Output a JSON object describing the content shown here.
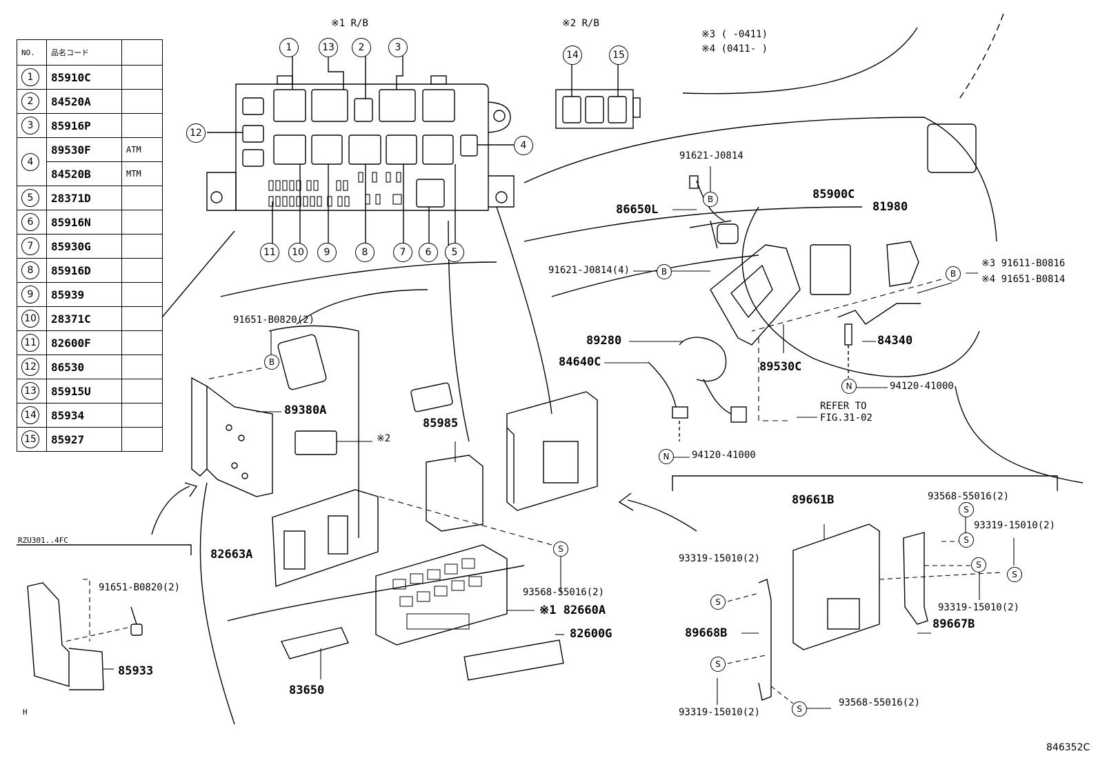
{
  "table": {
    "header": {
      "no": "NO.",
      "code": "品名コード",
      "note": ""
    },
    "rows": [
      {
        "no": "1",
        "code": "85910C",
        "note": ""
      },
      {
        "no": "2",
        "code": "84520A",
        "note": ""
      },
      {
        "no": "3",
        "code": "85916P",
        "note": ""
      },
      {
        "no": "4",
        "code": "89530F",
        "note": "ATM"
      },
      {
        "no": "",
        "code": "84520B",
        "note": "MTM"
      },
      {
        "no": "5",
        "code": "28371D",
        "note": ""
      },
      {
        "no": "6",
        "code": "85916N",
        "note": ""
      },
      {
        "no": "7",
        "code": "85930G",
        "note": ""
      },
      {
        "no": "8",
        "code": "85916D",
        "note": ""
      },
      {
        "no": "9",
        "code": "85939",
        "note": ""
      },
      {
        "no": "10",
        "code": "28371C",
        "note": ""
      },
      {
        "no": "11",
        "code": "82600F",
        "note": ""
      },
      {
        "no": "12",
        "code": "86530",
        "note": ""
      },
      {
        "no": "13",
        "code": "85915U",
        "note": ""
      },
      {
        "no": "14",
        "code": "85934",
        "note": ""
      },
      {
        "no": "15",
        "code": "85927",
        "note": ""
      }
    ]
  },
  "headers": {
    "rb1": "※1 R/B",
    "rb2": "※2 R/B",
    "note3": "※3 (     -0411)",
    "note4": "※4 (0411-     )"
  },
  "callouts": {
    "c1": "1",
    "c2": "2",
    "c3": "3",
    "c4": "4",
    "c5": "5",
    "c6": "6",
    "c7": "7",
    "c8": "8",
    "c9": "9",
    "c10": "10",
    "c11": "11",
    "c12": "12",
    "c13": "13",
    "c14": "14",
    "c15": "15"
  },
  "letters": {
    "b": "B",
    "n": "N",
    "s": "S"
  },
  "labels": {
    "p91621a": "91621-J0814",
    "p86650l": "86650L",
    "p91621b": "91621-J0814(4)",
    "p85900c": "85900C",
    "p81980": "81980",
    "p91611": "※3  91611-B0816",
    "p91651r": "※4  91651-B0814",
    "p91651a": "91651-B0820(2)",
    "p89280": "89280",
    "p84640c": "84640C",
    "p89530c": "89530C",
    "p84340": "84340",
    "p94120a": "94120-41000",
    "refer1": "REFER TO",
    "refer2": "FIG.31-02",
    "p89380a": "89380A",
    "p85985": "85985",
    "star2": "※2",
    "p94120b": "94120-41000",
    "p89661b": "89661B",
    "p93568a": "93568-55016(2)",
    "p93319a": "93319-15010(2)",
    "p93319b": "93319-15010(2)",
    "p93319c": "93319-15010(2)",
    "p89667b": "89667B",
    "p89668b": "89668B",
    "p93319d": "93319-15010(2)",
    "p93568b": "93568-55016(2)",
    "rzu": "RZU301..4FC",
    "p91651b": "91651-B0820(2)",
    "p85933": "85933",
    "p82663a": "82663A",
    "p93568c": "93568-55016(2)",
    "p82660a": "※1  82660A",
    "p82600g": "82600G",
    "p83650": "83650",
    "h": "H",
    "figno": "846352C"
  }
}
